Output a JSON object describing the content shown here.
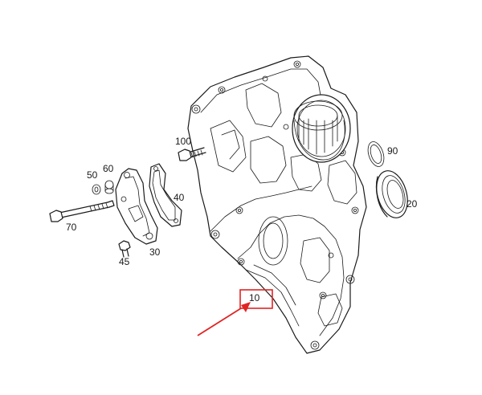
{
  "diagram": {
    "callouts": [
      {
        "id": "10",
        "label": "10",
        "highlighted": true
      },
      {
        "id": "20",
        "label": "20"
      },
      {
        "id": "30",
        "label": "30"
      },
      {
        "id": "40",
        "label": "40"
      },
      {
        "id": "45",
        "label": "45"
      },
      {
        "id": "50",
        "label": "50"
      },
      {
        "id": "60",
        "label": "60"
      },
      {
        "id": "70",
        "label": "70"
      },
      {
        "id": "90",
        "label": "90"
      },
      {
        "id": "100",
        "label": "100"
      }
    ],
    "highlight": {
      "target": "10",
      "box_color": "#e02424",
      "arrow_color": "#e02424"
    },
    "line_color": "#1a1a1a"
  }
}
